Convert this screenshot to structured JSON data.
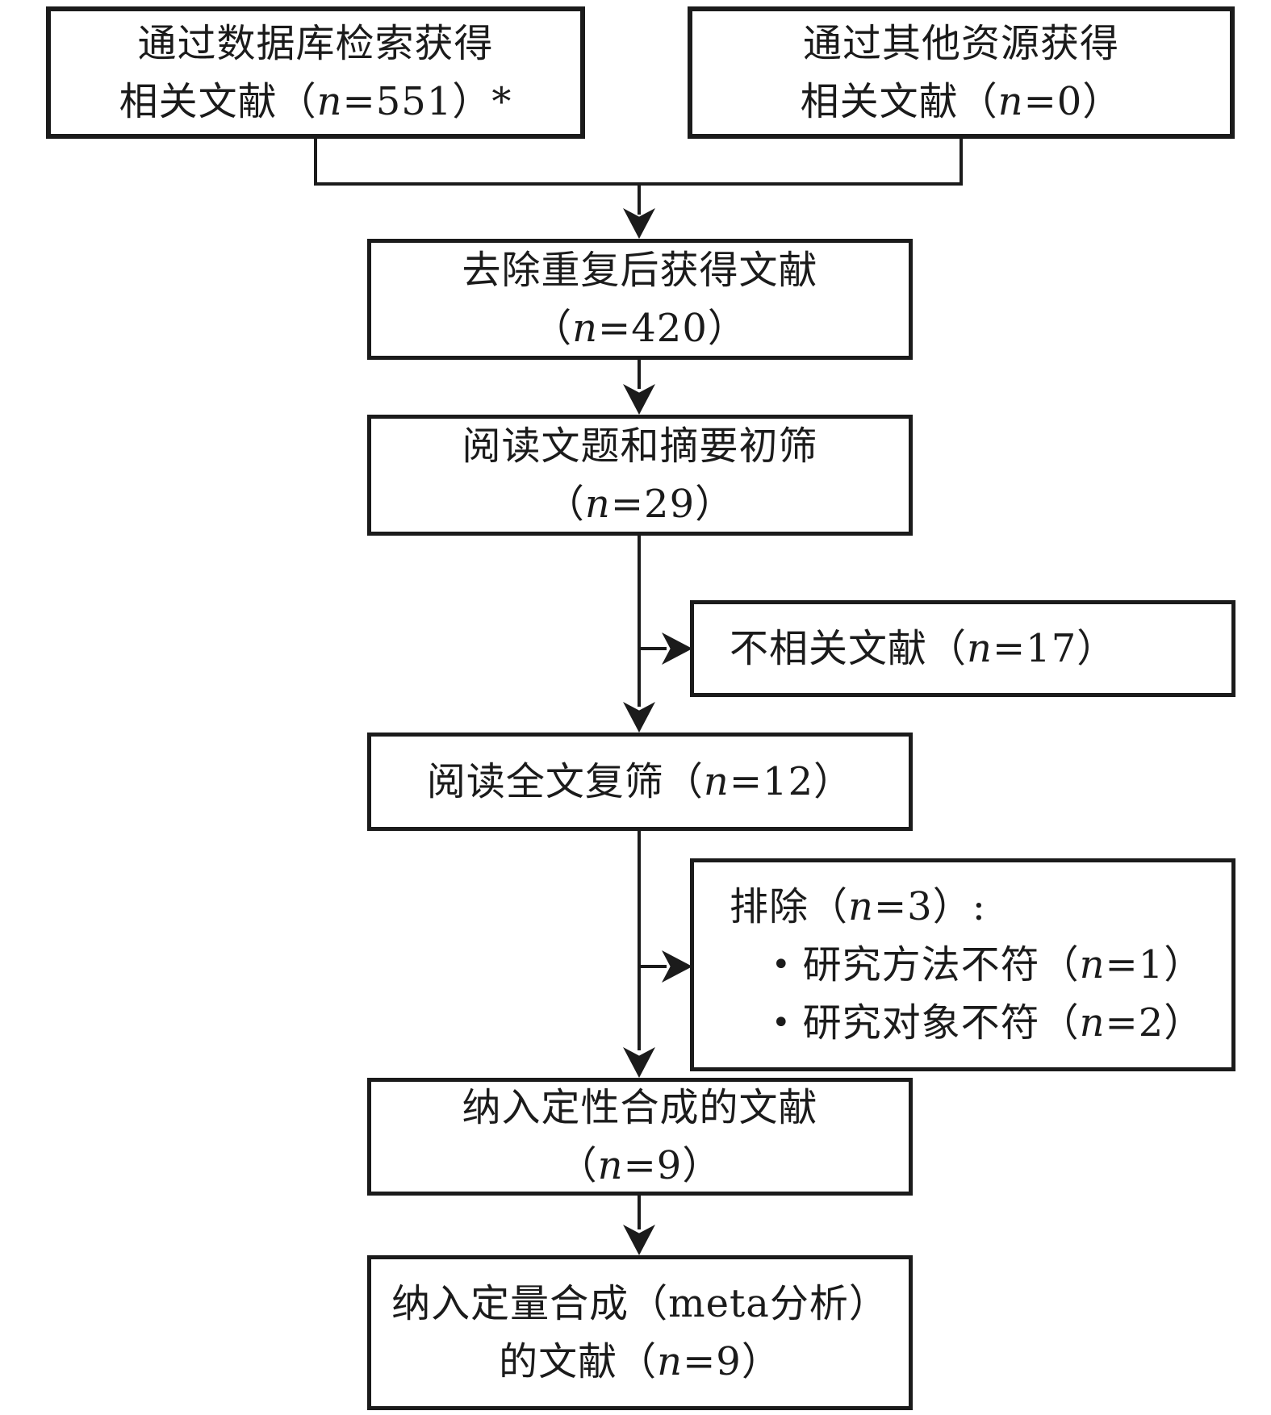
{
  "diagram": {
    "type": "flowchart",
    "language": "zh-CN",
    "colors": {
      "line": "#1b1b1b",
      "text": "#1b1b1b",
      "background": "#ffffff"
    },
    "boxes": {
      "db_search": {
        "lines": [
          "通过数据库检索获得",
          "相关文献（n=551）*"
        ],
        "n": 551
      },
      "other_sources": {
        "lines": [
          "通过其他资源获得",
          "相关文献（n=0）"
        ],
        "n": 0
      },
      "dedup": {
        "lines": [
          "去除重复后获得文献",
          "（n=420）"
        ],
        "n": 420
      },
      "title_abstract_screen": {
        "lines": [
          "阅读文题和摘要初筛",
          "（n=29）"
        ],
        "n": 29
      },
      "irrelevant": {
        "lines": [
          "不相关文献（n=17）"
        ],
        "n": 17
      },
      "fulltext_screen": {
        "lines": [
          "阅读全文复筛（n=12）"
        ],
        "n": 12
      },
      "excluded": {
        "heading": "排除（n=3）:",
        "bullet_glyph": "•",
        "bullets": [
          "研究方法不符（n=1）",
          "研究对象不符（n=2）"
        ],
        "n": 3
      },
      "qualitative_synthesis": {
        "lines": [
          "纳入定性合成的文献",
          "（n=9）"
        ],
        "n": 9
      },
      "quantitative_synthesis": {
        "lines": [
          "纳入定量合成（meta分析）",
          "的文献（n=9）"
        ],
        "n": 9
      }
    }
  }
}
